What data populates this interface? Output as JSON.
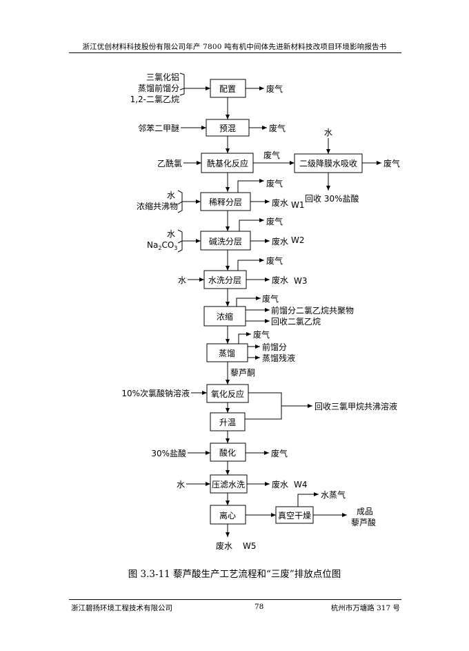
{
  "header": {
    "text": "浙江优创材料科技股份有限公司年产 7800 吨有机中间体先进新材料技改项目环境影响报告书"
  },
  "caption": {
    "text": "图 3.3-11 藜芦酸生产工艺流程和“三废”排放点位图"
  },
  "footer": {
    "company": "浙江碧扬环境工程技术有限公司",
    "page": "78",
    "address": "杭州市万塘路 317 号"
  },
  "steps": {
    "peizhi": "配置",
    "yuhun": "预混",
    "xianji": "酰基化反应",
    "xishi": "稀释分层",
    "jianxi": "碱洗分层",
    "shuixi": "水洗分层",
    "nongsuo": "浓缩",
    "zhengliu": "蒸馏",
    "yanghua": "氧化反应",
    "shengwen": "升温",
    "suanhua": "酸化",
    "yalv": "压滤水洗",
    "lixin": "离心",
    "zhenkong": "真空干燥",
    "xishou": "二级降膜水吸收"
  },
  "inputs": {
    "alcl3": "三氯化铝",
    "qianliu": "蒸馏前馏分",
    "dce": "1,2-二氯乙烷",
    "oxylene": "邻苯二甲醚",
    "acetyl": "乙酰氯",
    "water1": "水",
    "azeo": "浓缩共沸物",
    "water2": "水",
    "na2co3_a": "Na",
    "na2co3_sub": "2",
    "na2co3_b": "CO",
    "na2co3_sub2": "3",
    "water3": "水",
    "naclo": "10%次氯酸钠溶液",
    "hcl": "30%盐酸",
    "water4": "水",
    "water_abs": "水"
  },
  "outputs": {
    "g_peizhi": "废气",
    "g_yuhun": "废气",
    "g_xianji": "废气",
    "g_abs": "废气",
    "recover_hcl": "回收 30%盐酸",
    "g_xishi": "废气",
    "w_xishi": "废水",
    "w1": "W1",
    "g_jianxi": "废气",
    "w_jianxi": "废水",
    "w2": "W2",
    "g_shuixi": "废气",
    "w_shuixi": "废水",
    "w3": "W3",
    "g_nongsuo": "废气",
    "polymer": "前馏分二氯乙烷共聚物",
    "recover_dce": "回收二氯乙烷",
    "g_zhengliu": "废气",
    "qian": "前馏分",
    "residue": "蒸馏残液",
    "ketone": "藜芦酮",
    "chloroform": "回收三氯甲烷共沸溶液",
    "g_suanhua": "废气",
    "w_yalv": "废水",
    "w4": "W4",
    "steam": "水蒸气",
    "product1": "成品",
    "product2": "藜芦酸",
    "w_lixin": "废水",
    "w5": "W5"
  }
}
